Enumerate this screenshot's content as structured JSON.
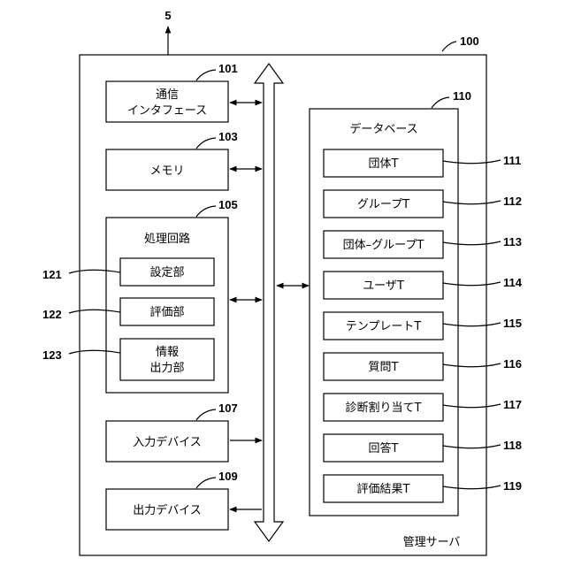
{
  "external_ref": "5",
  "server": {
    "ref": "100",
    "label": "管理サーバ"
  },
  "comm": {
    "ref": "101",
    "line1": "通信",
    "line2": "インタフェース"
  },
  "memory": {
    "ref": "103",
    "label": "メモリ"
  },
  "processing": {
    "ref": "105",
    "title": "処理回路",
    "units": [
      {
        "ref": "121",
        "label": "設定部"
      },
      {
        "ref": "122",
        "label": "評価部"
      },
      {
        "ref": "123",
        "line1": "情報",
        "line2": "出力部"
      }
    ]
  },
  "input_device": {
    "ref": "107",
    "label": "入力デバイス"
  },
  "output_device": {
    "ref": "109",
    "label": "出力デバイス"
  },
  "database": {
    "ref": "110",
    "title": "データベース",
    "tables": [
      {
        "ref": "111",
        "label": "団体T"
      },
      {
        "ref": "112",
        "label": "グループT"
      },
      {
        "ref": "113",
        "label": "団体–グループT"
      },
      {
        "ref": "114",
        "label": "ユーザT"
      },
      {
        "ref": "115",
        "label": "テンプレートT"
      },
      {
        "ref": "116",
        "label": "質問T"
      },
      {
        "ref": "117",
        "label": "診断割り当てT"
      },
      {
        "ref": "118",
        "label": "回答T"
      },
      {
        "ref": "119",
        "label": "評価結果T"
      }
    ]
  }
}
